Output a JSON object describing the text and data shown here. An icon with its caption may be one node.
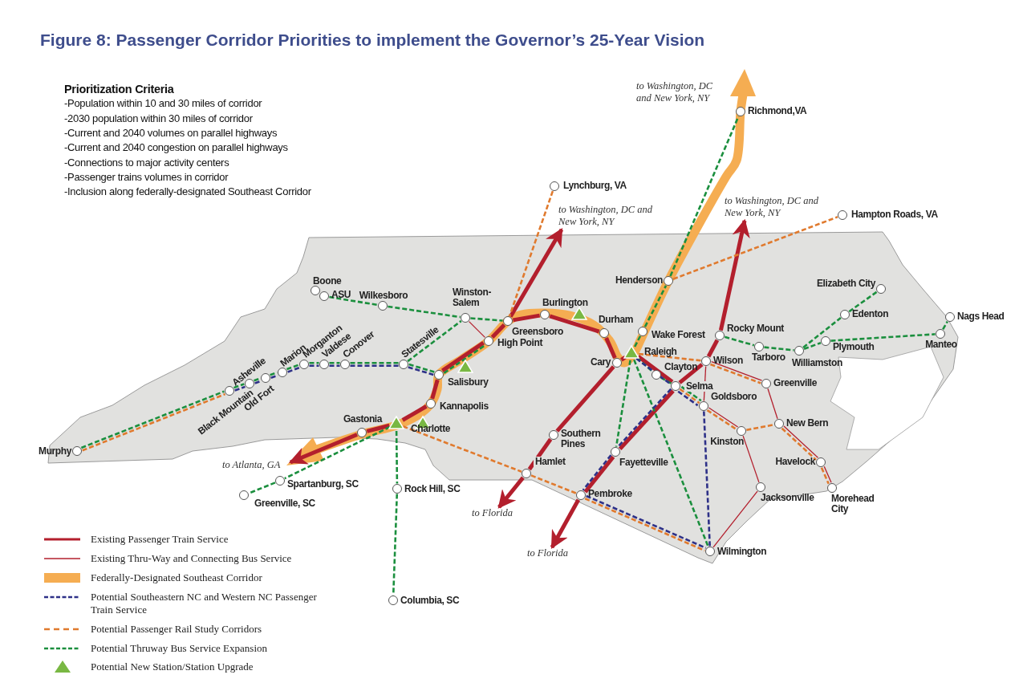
{
  "diagram": {
    "title": "Figure 8: Passenger Corridor Priorities to implement the Governor’s 25-Year Vision",
    "nodes": [
      {
        "text": [
          "Murphy"
        ]
      },
      {
        "text": [
          "Asheville"
        ]
      },
      {
        "text": [
          "Black Mountain"
        ]
      },
      {
        "text": [
          "Old Fort"
        ]
      },
      {
        "text": [
          "Marion"
        ]
      },
      {
        "text": [
          "Morganton"
        ]
      },
      {
        "text": [
          "Valdese"
        ]
      },
      {
        "text": [
          "Conover"
        ]
      },
      {
        "text": [
          "Statesville"
        ]
      },
      {
        "text": [
          "Salisbury"
        ]
      },
      {
        "text": [
          "Kannapolis"
        ]
      },
      {
        "text": [
          "Charlotte"
        ]
      },
      {
        "text": [
          "Gastonia"
        ]
      },
      {
        "text": [
          "to Atlanta, GA"
        ]
      },
      {
        "text": [
          "Spartanburg, SC"
        ]
      },
      {
        "text": [
          "Greenville, SC"
        ]
      },
      {
        "text": [
          "Rock Hill, SC"
        ]
      },
      {
        "text": [
          "Columbia, SC"
        ]
      },
      {
        "text": [
          "Boone"
        ]
      },
      {
        "text": [
          "ASU"
        ]
      },
      {
        "text": [
          "Wilkesboro"
        ]
      },
      {
        "text": [
          "Winston- Salem"
        ]
      },
      {
        "text": [
          "High Point"
        ]
      },
      {
        "text": [
          "Greensboro"
        ]
      },
      {
        "text": [
          "Burlington"
        ]
      },
      {
        "text": [
          "Durham"
        ]
      },
      {
        "text": [
          "Cary"
        ]
      },
      {
        "text": [
          "Raleigh"
        ]
      },
      {
        "text": [
          "Wake Forest"
        ]
      },
      {
        "text": [
          "Henderson"
        ]
      },
      {
        "text": [
          "Richmond,VA"
        ]
      },
      {
        "text": [
          "Lynchburg, VA"
        ]
      },
      {
        "text": [
          "to Washington, DC and New York, NY"
        ]
      },
      {
        "text": [
          "to Washington, DC and New York, NY"
        ]
      },
      {
        "text": [
          "Hampton Roads, VA"
        ]
      },
      {
        "text": [
          "Rocky Mount"
        ]
      },
      {
        "text": [
          "Tarboro"
        ]
      },
      {
        "text": [
          "Williamston"
        ]
      },
      {
        "text": [
          "Plymouth"
        ]
      },
      {
        "text": [
          "Edenton"
        ]
      },
      {
        "text": [
          "Elizabeth City"
        ]
      },
      {
        "text": [
          "Manteo"
        ]
      },
      {
        "text": [
          "Nags Head"
        ]
      },
      {
        "text": [
          "Wilson"
        ]
      },
      {
        "text": [
          "Clayton"
        ]
      },
      {
        "text": [
          "Selma"
        ]
      },
      {
        "text": [
          "Goldsboro"
        ]
      },
      {
        "text": [
          "Greenville"
        ]
      },
      {
        "text": [
          "Kinston"
        ]
      },
      {
        "text": [
          "New Bern"
        ]
      },
      {
        "text": [
          "Havelock"
        ]
      },
      {
        "text": [
          "Morehead City"
        ]
      },
      {
        "text": [
          "Jacksonville"
        ]
      },
      {
        "text": [
          "Wilmington"
        ]
      },
      {
        "text": [
          "Fayetteville"
        ]
      },
      {
        "text": [
          "Pembroke"
        ]
      },
      {
        "text": [
          "Hamlet"
        ]
      },
      {
        "text": [
          "Southern Pines"
        ]
      },
      {
        "text": [
          "to Florida"
        ]
      },
      {
        "text": [
          "to Florida"
        ]
      }
    ],
    "edges": [
      {
        "from": 11,
        "to": 12,
        "arrow": "none",
        "style": "thick",
        "color": "#b31f2d"
      },
      {
        "from": 12,
        "to": 13,
        "arrow": "to",
        "style": "thick",
        "color": "#b31f2d"
      },
      {
        "from": 11,
        "to": 10,
        "arrow": "none",
        "style": "thick",
        "color": "#b31f2d"
      },
      {
        "from": 10,
        "to": 9,
        "arrow": "none",
        "style": "thick",
        "color": "#b31f2d"
      },
      {
        "from": 9,
        "to": 22,
        "arrow": "none",
        "style": "thick",
        "color": "#b31f2d"
      },
      {
        "from": 22,
        "to": 23,
        "arrow": "none",
        "style": "thick",
        "color": "#b31f2d"
      },
      {
        "from": 23,
        "to": 32,
        "arrow": "to",
        "style": "thick",
        "color": "#b31f2d"
      },
      {
        "from": 23,
        "to": 24,
        "arrow": "none",
        "style": "thick",
        "color": "#b31f2d"
      },
      {
        "from": 24,
        "to": 25,
        "arrow": "none",
        "style": "thick",
        "color": "#b31f2d"
      },
      {
        "from": 25,
        "to": 26,
        "arrow": "none",
        "style": "thick",
        "color": "#b31f2d"
      },
      {
        "from": 26,
        "to": 27,
        "arrow": "none",
        "style": "thick",
        "color": "#b31f2d"
      },
      {
        "from": 26,
        "to": 57,
        "arrow": "none",
        "style": "thick",
        "color": "#b31f2d"
      },
      {
        "from": 57,
        "to": 56,
        "arrow": "none",
        "style": "thick",
        "color": "#b31f2d"
      },
      {
        "from": 56,
        "to": 58,
        "arrow": "to",
        "style": "thick",
        "color": "#b31f2d"
      },
      {
        "from": 27,
        "to": 45,
        "arrow": "none",
        "style": "thick",
        "color": "#b31f2d"
      },
      {
        "from": 45,
        "to": 43,
        "arrow": "none",
        "style": "thick",
        "color": "#b31f2d"
      },
      {
        "from": 43,
        "to": 35,
        "arrow": "none",
        "style": "thick",
        "color": "#b31f2d"
      },
      {
        "from": 35,
        "to": 33,
        "arrow": "to",
        "style": "thick",
        "color": "#b31f2d"
      },
      {
        "from": 45,
        "to": 54,
        "arrow": "none",
        "style": "thick",
        "color": "#b31f2d"
      },
      {
        "from": 54,
        "to": 55,
        "arrow": "none",
        "style": "thick",
        "color": "#b31f2d"
      },
      {
        "from": 55,
        "to": 59,
        "arrow": "to",
        "style": "thick",
        "color": "#b31f2d"
      },
      {
        "from": 21,
        "to": 22,
        "arrow": "none",
        "color": "#b31f2d"
      },
      {
        "from": 43,
        "to": 46,
        "arrow": "none",
        "color": "#b31f2d"
      },
      {
        "from": 43,
        "to": 47,
        "arrow": "none",
        "color": "#b31f2d"
      },
      {
        "from": 47,
        "to": 49,
        "arrow": "none",
        "color": "#b31f2d"
      },
      {
        "from": 46,
        "to": 48,
        "arrow": "none",
        "color": "#b31f2d"
      },
      {
        "from": 48,
        "to": 52,
        "arrow": "none",
        "color": "#b31f2d"
      },
      {
        "from": 52,
        "to": 53,
        "arrow": "none",
        "color": "#b31f2d"
      },
      {
        "from": 49,
        "to": 50,
        "arrow": "none",
        "color": "#b31f2d"
      },
      {
        "from": 50,
        "to": 51,
        "arrow": "none",
        "color": "#b31f2d"
      },
      {
        "from": 0,
        "to": 1,
        "arrow": "none",
        "style": "dashed",
        "color": "#1b8f3e"
      },
      {
        "from": 1,
        "to": 2,
        "arrow": "none",
        "style": "dashed",
        "color": "#1b8f3e"
      },
      {
        "from": 2,
        "to": 3,
        "arrow": "none",
        "style": "dashed",
        "color": "#1b8f3e"
      },
      {
        "from": 3,
        "to": 4,
        "arrow": "none",
        "style": "dashed",
        "color": "#1b8f3e"
      },
      {
        "from": 4,
        "to": 5,
        "arrow": "none",
        "style": "dashed",
        "color": "#1b8f3e"
      },
      {
        "from": 5,
        "to": 6,
        "arrow": "none",
        "style": "dashed",
        "color": "#1b8f3e"
      },
      {
        "from": 6,
        "to": 7,
        "arrow": "none",
        "style": "dashed",
        "color": "#1b8f3e"
      },
      {
        "from": 7,
        "to": 8,
        "arrow": "none",
        "style": "dashed",
        "color": "#1b8f3e"
      },
      {
        "from": 8,
        "to": 9,
        "arrow": "none",
        "style": "dashed",
        "color": "#1b8f3e"
      },
      {
        "from": 8,
        "to": 21,
        "arrow": "none",
        "style": "dashed",
        "color": "#1b8f3e"
      },
      {
        "from": 19,
        "to": 20,
        "arrow": "none",
        "style": "dashed",
        "color": "#1b8f3e"
      },
      {
        "from": 20,
        "to": 21,
        "arrow": "none",
        "style": "dashed",
        "color": "#1b8f3e"
      },
      {
        "from": 21,
        "to": 23,
        "arrow": "none",
        "style": "dashed",
        "color": "#1b8f3e"
      },
      {
        "from": 9,
        "to": 22,
        "arrow": "none",
        "style": "dashed",
        "color": "#1b8f3e"
      },
      {
        "from": 11,
        "to": 14,
        "arrow": "none",
        "style": "dashed",
        "color": "#1b8f3e"
      },
      {
        "from": 14,
        "to": 15,
        "arrow": "none",
        "style": "dashed",
        "color": "#1b8f3e"
      },
      {
        "from": 11,
        "to": 16,
        "arrow": "none",
        "style": "dashed",
        "color": "#1b8f3e"
      },
      {
        "from": 16,
        "to": 17,
        "arrow": "none",
        "style": "dashed",
        "color": "#1b8f3e"
      },
      {
        "from": 27,
        "to": 28,
        "arrow": "none",
        "style": "dashed",
        "color": "#1b8f3e"
      },
      {
        "from": 28,
        "to": 29,
        "arrow": "none",
        "style": "dashed",
        "color": "#1b8f3e"
      },
      {
        "from": 29,
        "to": 30,
        "arrow": "none",
        "style": "dashed",
        "color": "#1b8f3e"
      },
      {
        "from": 27,
        "to": 54,
        "arrow": "none",
        "style": "dashed",
        "color": "#1b8f3e"
      },
      {
        "from": 27,
        "to": 53,
        "arrow": "none",
        "style": "dashed",
        "color": "#1b8f3e"
      },
      {
        "from": 27,
        "to": 44,
        "arrow": "none",
        "style": "dashed",
        "color": "#1b8f3e"
      },
      {
        "from": 44,
        "to": 45,
        "arrow": "none",
        "style": "dashed",
        "color": "#1b8f3e"
      },
      {
        "from": 45,
        "to": 46,
        "arrow": "none",
        "style": "dashed",
        "color": "#1b8f3e"
      },
      {
        "from": 35,
        "to": 36,
        "arrow": "none",
        "style": "dashed",
        "color": "#1b8f3e"
      },
      {
        "from": 36,
        "to": 37,
        "arrow": "none",
        "style": "dashed",
        "color": "#1b8f3e"
      },
      {
        "from": 37,
        "to": 39,
        "arrow": "none",
        "style": "dashed",
        "color": "#1b8f3e"
      },
      {
        "from": 39,
        "to": 40,
        "arrow": "none",
        "style": "dashed",
        "color": "#1b8f3e"
      },
      {
        "from": 37,
        "to": 38,
        "arrow": "none",
        "style": "dashed",
        "color": "#1b8f3e"
      },
      {
        "from": 38,
        "to": 41,
        "arrow": "none",
        "style": "dashed",
        "color": "#1b8f3e"
      },
      {
        "from": 41,
        "to": 42,
        "arrow": "none",
        "style": "dashed",
        "color": "#1b8f3e"
      },
      {
        "from": 0,
        "to": 1,
        "arrow": "none",
        "style": "dashed",
        "color": "#e07a2e"
      },
      {
        "from": 11,
        "to": 56,
        "arrow": "none",
        "style": "dashed",
        "color": "#e07a2e"
      },
      {
        "from": 56,
        "to": 55,
        "arrow": "none",
        "style": "dashed",
        "color": "#e07a2e"
      },
      {
        "from": 55,
        "to": 53,
        "arrow": "none",
        "style": "dashed",
        "color": "#e07a2e"
      },
      {
        "from": 31,
        "to": 23,
        "arrow": "none",
        "style": "dashed",
        "color": "#e07a2e"
      },
      {
        "from": 29,
        "to": 34,
        "arrow": "none",
        "style": "dashed",
        "color": "#e07a2e"
      },
      {
        "from": 27,
        "to": 43,
        "arrow": "none",
        "style": "dashed",
        "color": "#e07a2e"
      },
      {
        "from": 43,
        "to": 47,
        "arrow": "none",
        "style": "dashed",
        "color": "#e07a2e"
      },
      {
        "from": 45,
        "to": 46,
        "arrow": "none",
        "style": "dashed",
        "color": "#e07a2e"
      },
      {
        "from": 46,
        "to": 48,
        "arrow": "none",
        "style": "dashed",
        "color": "#e07a2e"
      },
      {
        "from": 48,
        "to": 49,
        "arrow": "none",
        "style": "dashed",
        "color": "#e07a2e"
      },
      {
        "from": 49,
        "to": 50,
        "arrow": "none",
        "style": "dashed",
        "color": "#e07a2e"
      },
      {
        "from": 50,
        "to": 51,
        "arrow": "none",
        "style": "dashed",
        "color": "#e07a2e"
      },
      {
        "from": 1,
        "to": 2,
        "arrow": "none",
        "style": "dashed",
        "color": "#2e3188"
      },
      {
        "from": 2,
        "to": 3,
        "arrow": "none",
        "style": "dashed",
        "color": "#2e3188"
      },
      {
        "from": 3,
        "to": 4,
        "arrow": "none",
        "style": "dashed",
        "color": "#2e3188"
      },
      {
        "from": 4,
        "to": 5,
        "arrow": "none",
        "style": "dashed",
        "color": "#2e3188"
      },
      {
        "from": 5,
        "to": 6,
        "arrow": "none",
        "style": "dashed",
        "color": "#2e3188"
      },
      {
        "from": 6,
        "to": 7,
        "arrow": "none",
        "style": "dashed",
        "color": "#2e3188"
      },
      {
        "from": 7,
        "to": 8,
        "arrow": "none",
        "style": "dashed",
        "color": "#2e3188"
      },
      {
        "from": 8,
        "to": 9,
        "arrow": "none",
        "style": "dashed",
        "color": "#2e3188"
      },
      {
        "from": 27,
        "to": 45,
        "arrow": "none",
        "style": "dashed",
        "color": "#2e3188"
      },
      {
        "from": 45,
        "to": 54,
        "arrow": "none",
        "style": "dashed",
        "color": "#2e3188"
      },
      {
        "from": 54,
        "to": 55,
        "arrow": "none",
        "style": "dashed",
        "color": "#2e3188"
      },
      {
        "from": 55,
        "to": 53,
        "arrow": "none",
        "style": "dashed",
        "color": "#2e3188"
      },
      {
        "from": 45,
        "to": 46,
        "arrow": "none",
        "style": "dashed",
        "color": "#2e3188"
      },
      {
        "from": 46,
        "to": 53,
        "arrow": "none",
        "style": "dashed",
        "color": "#2e3188"
      }
    ],
    "labels": [
      "Prioritization Criteria",
      "-Population within 10 and 30 miles of corridor",
      "-2030 population within 30 miles of corridor",
      "-Current and 2040 volumes on parallel highways",
      "-Current and 2040 congestion on parallel highways",
      "-Connections to major activity centers",
      "-Passenger trains volumes in corridor",
      "-Inclusion along federally-designated Southeast Corridor",
      "to Washington, DC and New York, NY"
    ],
    "legend": [
      {
        "text": "Existing Passenger Train Service"
      },
      {
        "text": "Existing Thru-Way and Connecting Bus Service"
      },
      {
        "text": "Federally-Designated Southeast Corridor",
        "color": "#f5ad52"
      },
      {
        "text": "Potential Southeastern NC and Western NC Passenger Train Service"
      },
      {
        "text": "Potential Passenger Rail Study Corridors"
      },
      {
        "text": "Potential Thruway Bus Service Expansion"
      },
      {
        "text": "Potential New Station/Station Upgrade"
      }
    ]
  }
}
